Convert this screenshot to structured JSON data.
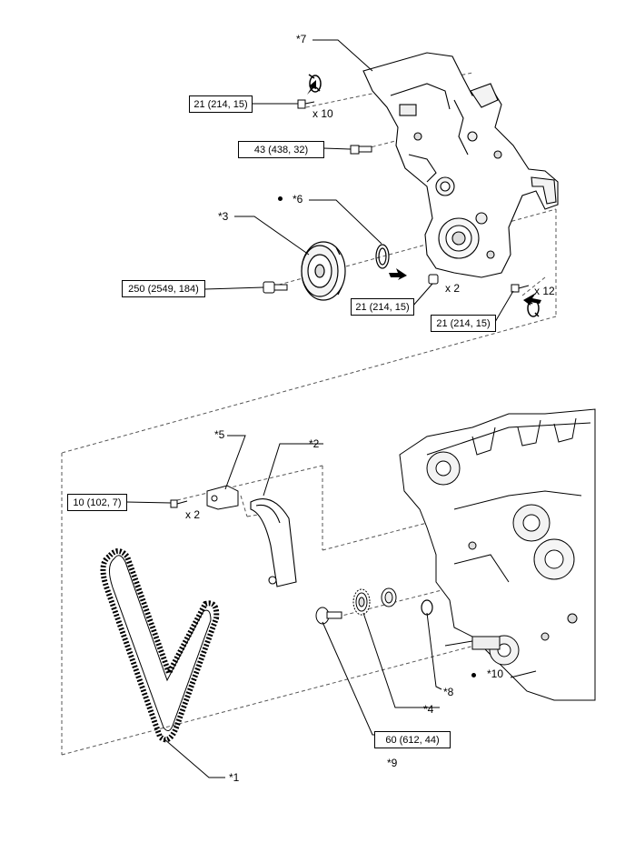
{
  "torque_specs": {
    "t_cover_top": "21 (214, 15)",
    "t_cover_mid": "43 (438, 32)",
    "t_pulley": "250 (2549, 184)",
    "t_cover_low": "21 (214, 15)",
    "t_cover_right": "21 (214, 15)",
    "t_tensioner": "10 (102, 7)",
    "t_idler": "60 (612, 44)"
  },
  "quantities": {
    "q_top": "x 10",
    "q_low": "x 2",
    "q_right": "x 12",
    "q_tensioner": "x 2"
  },
  "callouts": {
    "c7": "*7",
    "c6": "*6",
    "c3": "*3",
    "c5": "*5",
    "c2": "*2",
    "c1": "*1",
    "c8": "*8",
    "c4": "*4",
    "c10": "*10",
    "c9": "*9"
  },
  "icons": {
    "non_reusable": "filled-dot-icon",
    "apply_oil": "oil-arrow-icon",
    "apply_sealant": "sealant-rotation-icon"
  }
}
